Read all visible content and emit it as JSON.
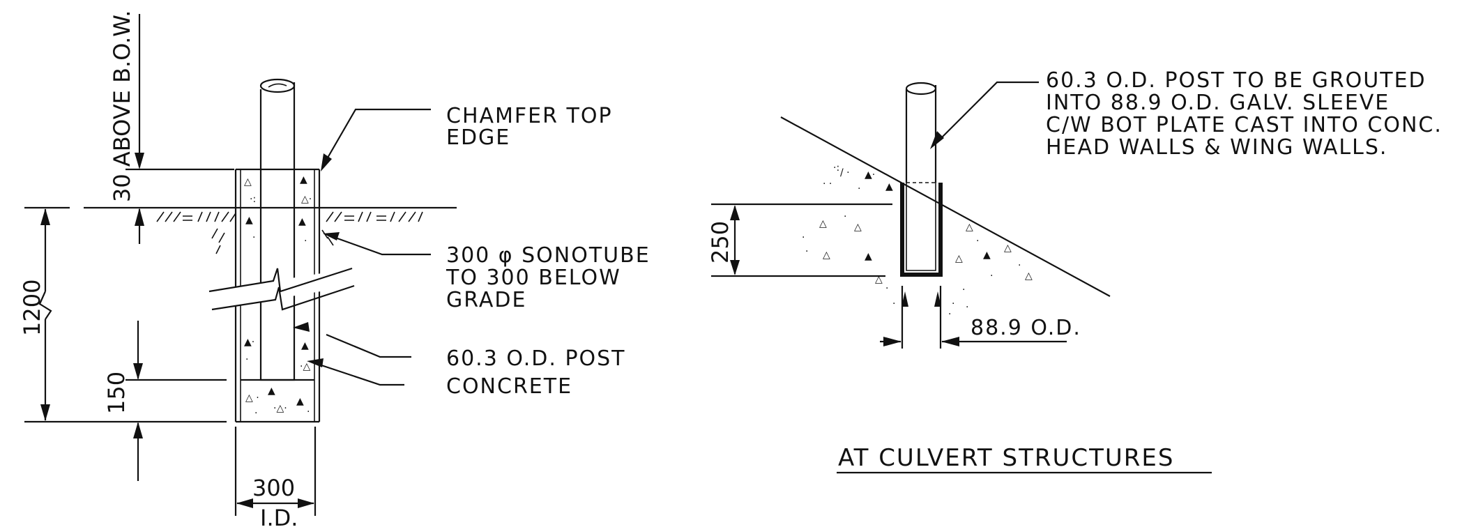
{
  "left_detail": {
    "dims": {
      "above_bow": "30 ABOVE B.O.W.",
      "embed_depth": "1200",
      "bottom_concrete": "150",
      "width": "300",
      "width_note": "I.D."
    },
    "callouts": {
      "chamfer_line1": "CHAMFER TOP",
      "chamfer_line2": "EDGE",
      "sonotube_line1": "300 φ SONOTUBE",
      "sonotube_line2": "TO 300 BELOW",
      "sonotube_line3": "GRADE",
      "post": "60.3 O.D. POST",
      "concrete": "CONCRETE"
    }
  },
  "right_detail": {
    "note_lines": [
      "60.3 O.D. POST TO BE GROUTED",
      "INTO 88.9 O.D. GALV. SLEEVE",
      "C/W BOT PLATE CAST INTO CONC.",
      "HEAD WALLS & WING WALLS."
    ],
    "depth": "250",
    "sleeve_dim": "88.9 O.D.",
    "title": "AT CULVERT STRUCTURES"
  }
}
